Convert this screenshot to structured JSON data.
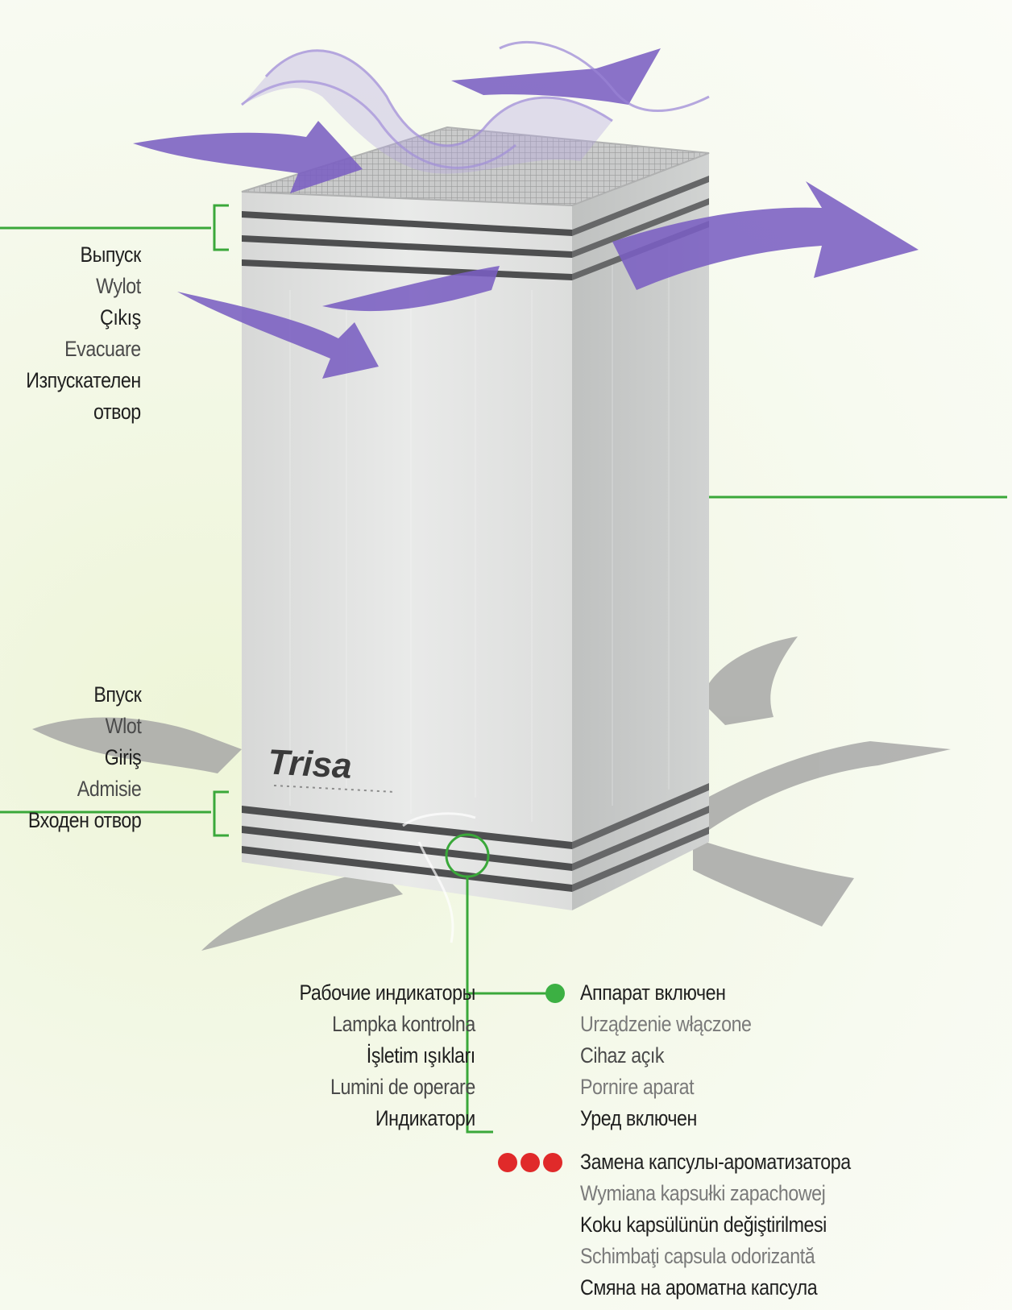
{
  "brand": {
    "logo": "Trisa"
  },
  "outlet": {
    "lines": [
      "Выпуск",
      "Wylot",
      "Çıkış",
      "Evacuare",
      "Изпускателен",
      "отвор"
    ]
  },
  "inlet": {
    "lines": [
      "Впуск",
      "Wlot",
      "Giriş",
      "Admisie",
      "Входен отвор"
    ]
  },
  "indicators": {
    "lines": [
      "Рабочие индикаторы",
      "Lampka kontrolna",
      "İşletim ışıkları",
      "Lumini de operare",
      "Индикатори"
    ]
  },
  "device_on": {
    "lines": [
      "Аппарат включен",
      "Urządzenie włączone",
      "Cihaz açık",
      "Pornire aparat",
      "Уред включен"
    ]
  },
  "capsule": {
    "lines": [
      "Замена капсулы-ароматизатора",
      "Wymiana kapsułki zapachowej",
      "Koku kapsülünün değiştirilmesi",
      "Schimbaţi capsula odorizantă",
      "Смяна на ароматна капсула"
    ]
  },
  "colors": {
    "leader": "#3aa83a",
    "purple_flow": "#7a5fc2",
    "grey_flow": "#a2a2a2",
    "green_led": "#3cb043",
    "red_led": "#e02a2a"
  }
}
